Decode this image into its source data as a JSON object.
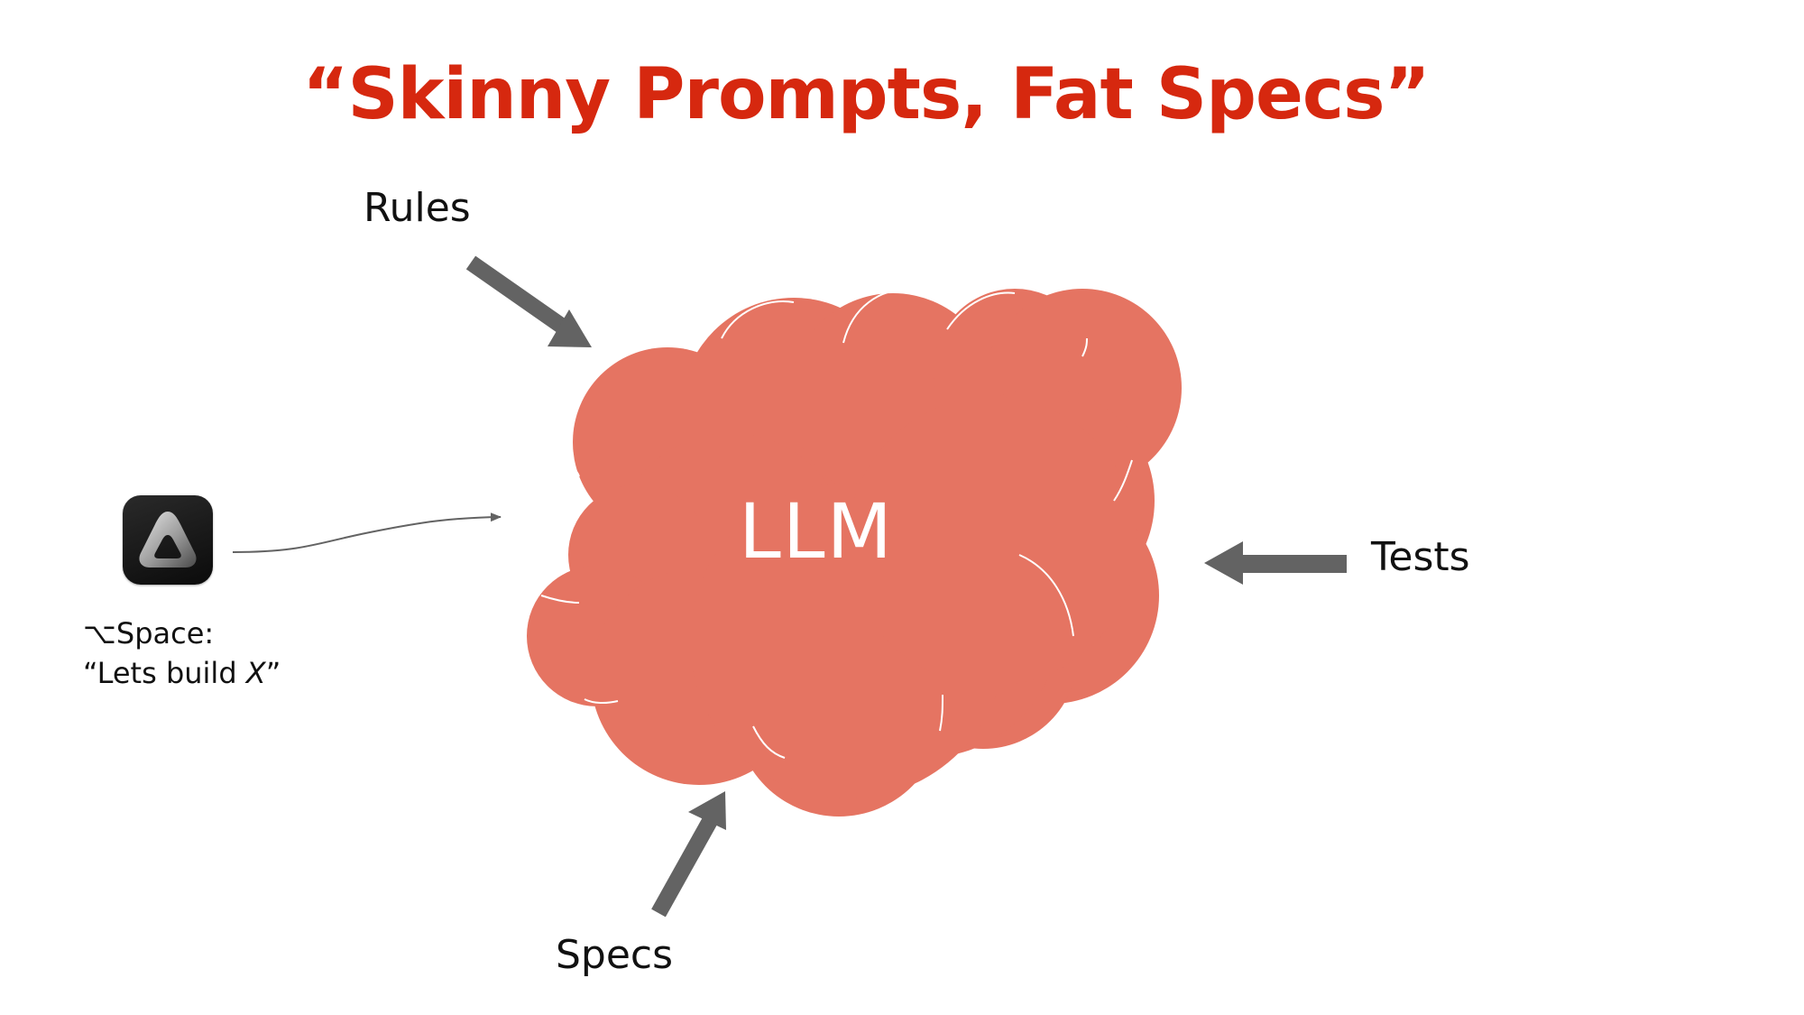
{
  "slide": {
    "title": "“Skinny Prompts, Fat Specs”",
    "title_color": "#d6280f"
  },
  "diagram": {
    "center_node": {
      "label": "LLM",
      "shape": "cloud",
      "fill_color": "#e57462",
      "text_color": "#ffffff"
    },
    "inputs": [
      {
        "label": "Rules",
        "arrow_style": "thick",
        "arrow_color": "#636363"
      },
      {
        "label": "Tests",
        "arrow_style": "thick",
        "arrow_color": "#636363"
      },
      {
        "label": "Specs",
        "arrow_style": "thick",
        "arrow_color": "#636363"
      }
    ],
    "prompt_source": {
      "icon": "app-triangle-logo-icon",
      "shortcut_line": "⌥Space:",
      "prompt_prefix": "“Lets build ",
      "prompt_variable": "X",
      "prompt_suffix": "”",
      "arrow_style": "thin",
      "arrow_color": "#636363"
    }
  }
}
